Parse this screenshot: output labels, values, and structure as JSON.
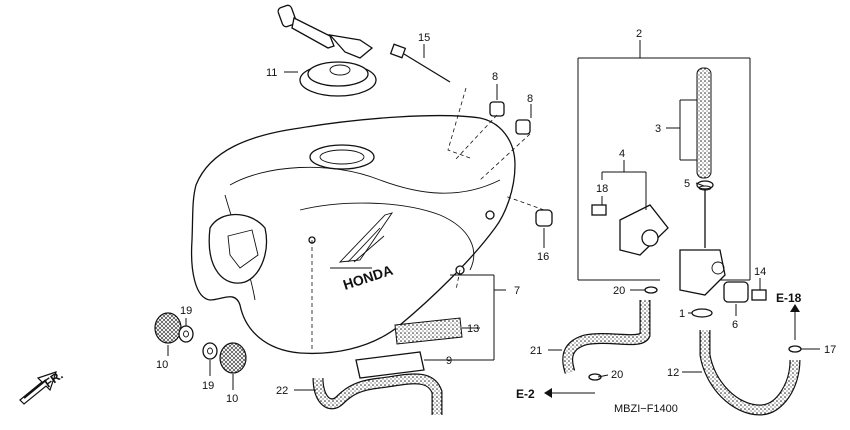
{
  "diagram": {
    "ref_code": "MBZI−F1400",
    "direction_label": "FR.",
    "brand_text": "HONDA",
    "refs": {
      "e18": "E-18",
      "e2": "E-2"
    },
    "callouts": {
      "c1": "1",
      "c2": "2",
      "c3": "3",
      "c4": "4",
      "c5": "5",
      "c6": "6",
      "c7": "7",
      "c8a": "8",
      "c8b": "8",
      "c9": "9",
      "c10a": "10",
      "c10b": "10",
      "c11": "11",
      "c12": "12",
      "c13": "13",
      "c14": "14",
      "c15": "15",
      "c16": "16",
      "c17": "17",
      "c18": "18",
      "c19a": "19",
      "c19b": "19",
      "c20a": "20",
      "c20b": "20",
      "c21": "21",
      "c22": "22"
    }
  }
}
